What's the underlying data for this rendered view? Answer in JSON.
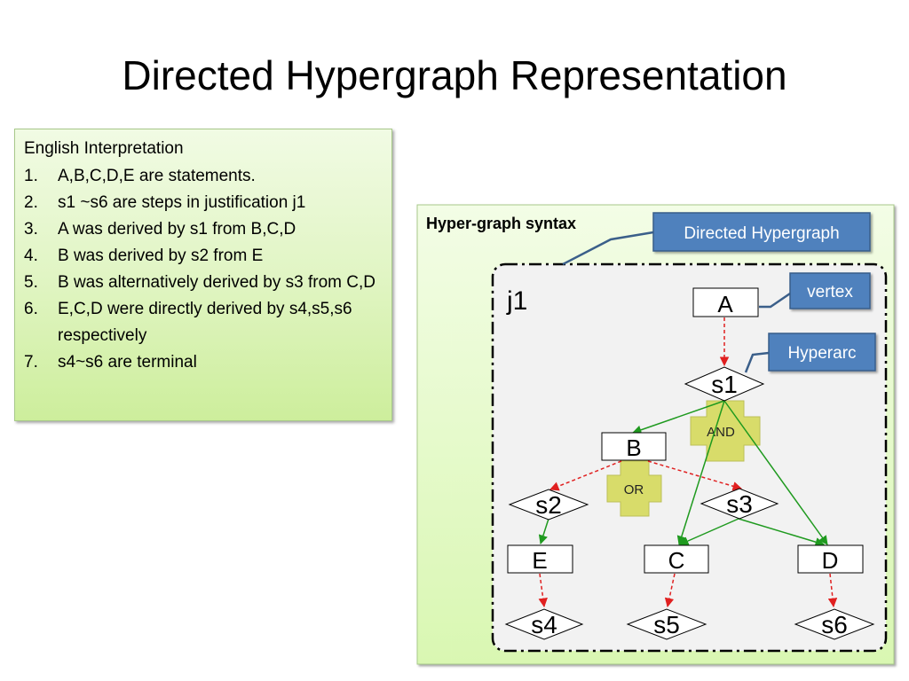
{
  "title": "Directed Hypergraph Representation",
  "interpretation": {
    "heading": "English Interpretation",
    "items": [
      {
        "num": "1.",
        "text": "A,B,C,D,E are statements."
      },
      {
        "num": "2.",
        "text": "s1 ~s6 are steps in justification j1"
      },
      {
        "num": "3.",
        "text": "A was derived by s1 from B,C,D"
      },
      {
        "num": "4.",
        "text": "B was derived by s2 from E"
      },
      {
        "num": "5.",
        "text": "B was alternatively derived by s3 from C,D"
      },
      {
        "num": "6.",
        "text": "E,C,D were directly derived by s4,s5,s6 respectively"
      },
      {
        "num": "7.",
        "text": "s4~s6 are terminal"
      }
    ]
  },
  "diagram": {
    "syntax_label": "Hyper-graph syntax",
    "justification_label": "j1",
    "callouts": {
      "directed_hypergraph": "Directed Hypergraph",
      "vertex": "vertex",
      "hyperarc": "Hyperarc"
    },
    "vertices": {
      "A": "A",
      "B": "B",
      "C": "C",
      "D": "D",
      "E": "E"
    },
    "steps": {
      "s1": "s1",
      "s2": "s2",
      "s3": "s3",
      "s4": "s4",
      "s5": "s5",
      "s6": "s6"
    },
    "connectors": {
      "and": "AND",
      "or": "OR"
    },
    "colors": {
      "derivation_arrow": "#e02020",
      "premise_arrow": "#1f9a1f",
      "callout_fill": "#4f81bd",
      "connector_fill": "#d8dc6a",
      "panel_fill": "#e9fbd0"
    }
  }
}
